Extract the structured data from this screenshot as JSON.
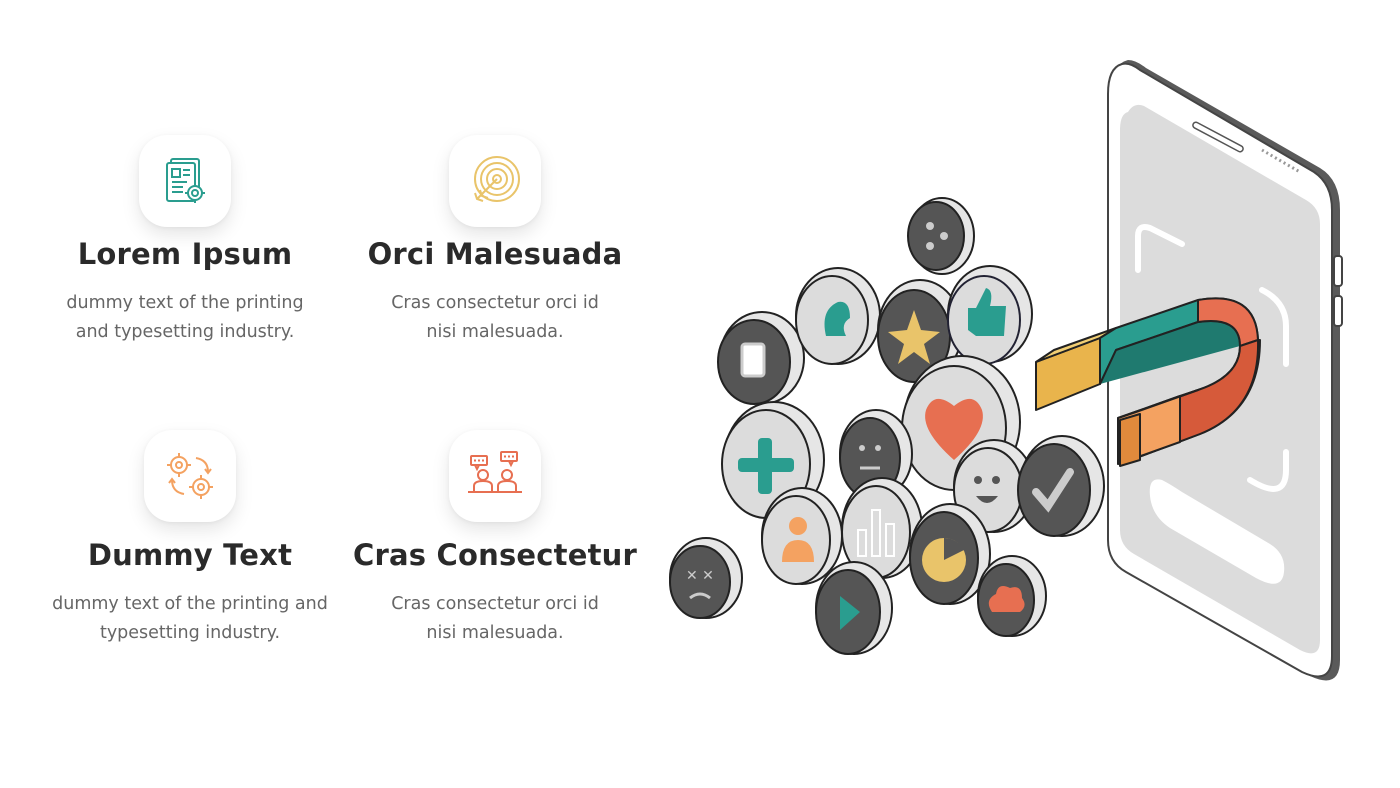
{
  "features": [
    {
      "title": "Lorem Ipsum",
      "line1": "dummy text of the printing",
      "line2": "and typesetting industry.",
      "icon": "document-gear-icon",
      "color": "#2a9d8f"
    },
    {
      "title": "Orci Malesuada",
      "line1": "Cras consectetur orci id",
      "line2": "nisi malesuada.",
      "icon": "target-arrow-icon",
      "color": "#e9c46a"
    },
    {
      "title": "Dummy Text",
      "line1": "dummy text of the printing and",
      "line2": "typesetting industry.",
      "icon": "gears-cycle-icon",
      "color": "#f4a261"
    },
    {
      "title": "Cras Consectetur",
      "line1": "Cras consectetur orci id",
      "line2": "nisi malesuada.",
      "icon": "team-chat-icon",
      "color": "#e76f51"
    }
  ],
  "illustration": {
    "subject": "phone-magnet-attracting-social-icons-illustration",
    "colors": {
      "teal": "#2a9d8f",
      "yellow": "#e9c46a",
      "orange": "#f4a261",
      "red": "#e76f51",
      "dark": "#555555",
      "light": "#dcdcdc"
    }
  }
}
